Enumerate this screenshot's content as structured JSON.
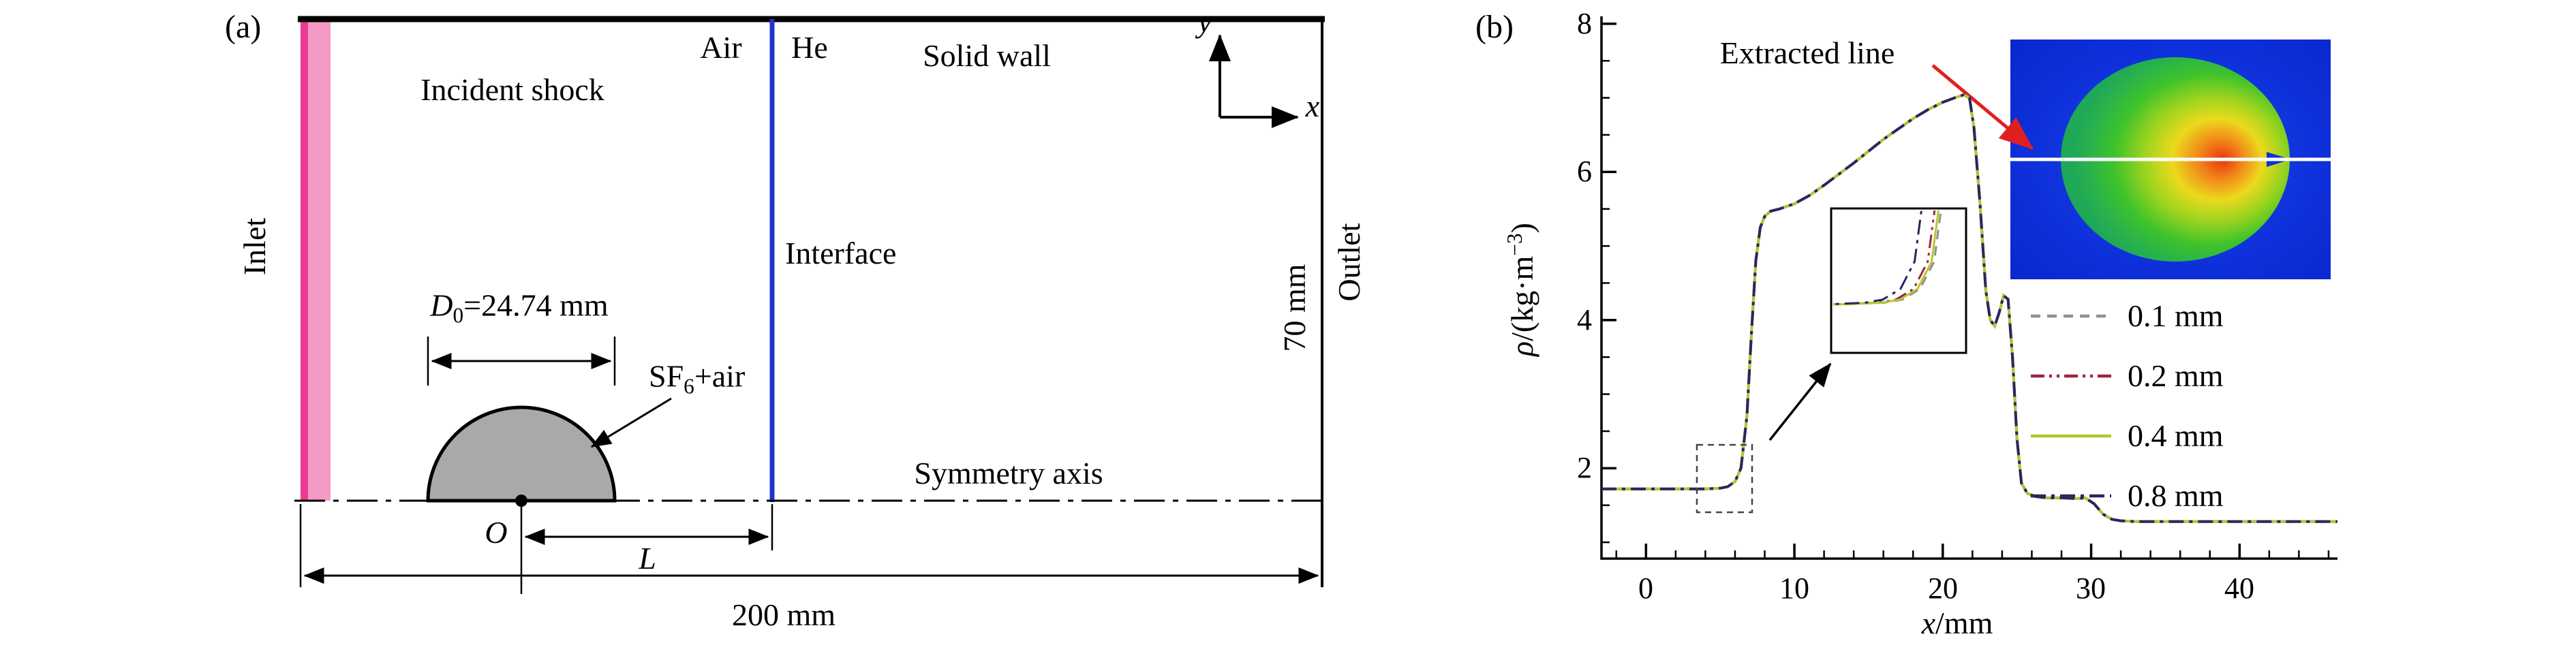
{
  "figure": {
    "panel_a_label": "(a)",
    "panel_b_label": "(b)"
  },
  "panel_a": {
    "labels": {
      "incident_shock": "Incident shock",
      "air": "Air",
      "he": "He",
      "solid_wall": "Solid wall",
      "interface": "Interface",
      "inlet": "Inlet",
      "outlet": "Outlet",
      "height_dim": "70 mm",
      "width_dim": "200 mm",
      "diameter_prefix": "D",
      "diameter_sub": "0",
      "diameter_rest": "=24.74 mm",
      "bubble_prefix": "SF",
      "bubble_sub": "6",
      "bubble_rest": "+air",
      "symmetry_axis": "Symmetry axis",
      "origin": "O",
      "distance": "L",
      "axis_x": "x",
      "axis_y": "y"
    },
    "colors": {
      "shock_fill": "#f59ac4",
      "shock_edge": "#ec3b95",
      "interface_line": "#2333cc",
      "bubble_fill": "#a9a9a9"
    }
  },
  "panel_b": {
    "labels": {
      "extracted_line": "Extracted line",
      "ylabel_var": "ρ",
      "ylabel_mid": "/(kg·m",
      "ylabel_sup": "−3",
      "ylabel_end": ")",
      "xlabel_var": "x",
      "xlabel_rest": "/mm"
    }
  },
  "chart_data": {
    "type": "line",
    "title": "",
    "xlabel": "x/mm",
    "ylabel": "ρ/(kg·m−3)",
    "xlim": [
      -3,
      46.6
    ],
    "ylim": [
      0.78,
      8.1
    ],
    "xticks": [
      0,
      10,
      20,
      30,
      40
    ],
    "yticks": [
      2,
      4,
      6,
      8
    ],
    "grid": false,
    "legend_position": "center-right",
    "x": [
      -3,
      0,
      2,
      4,
      5,
      5.5,
      6,
      6.4,
      6.8,
      7.1,
      7.4,
      7.7,
      8,
      8.4,
      9,
      10,
      11,
      12,
      13,
      14,
      15,
      16,
      17,
      18,
      19,
      20,
      20.8,
      21.4,
      21.8,
      22.1,
      22.5,
      22.9,
      23.2,
      23.5,
      23.8,
      24.1,
      24.4,
      24.7,
      25,
      25.3,
      25.7,
      26.2,
      27,
      28,
      29,
      29.6,
      30.2,
      30.8,
      31.4,
      32,
      33,
      35,
      38,
      42,
      46.6
    ],
    "values": [
      1.72,
      1.72,
      1.72,
      1.72,
      1.73,
      1.75,
      1.82,
      2.0,
      2.7,
      3.8,
      4.8,
      5.25,
      5.4,
      5.47,
      5.5,
      5.57,
      5.68,
      5.82,
      5.97,
      6.12,
      6.28,
      6.44,
      6.58,
      6.72,
      6.84,
      6.94,
      7.0,
      7.04,
      7.0,
      6.6,
      5.6,
      4.4,
      4.0,
      3.92,
      4.1,
      4.33,
      4.28,
      3.5,
      2.4,
      1.8,
      1.66,
      1.62,
      1.6,
      1.6,
      1.59,
      1.6,
      1.52,
      1.38,
      1.31,
      1.29,
      1.28,
      1.28,
      1.28,
      1.28,
      1.28
    ],
    "values_note": "all four grid-resolution curves coincide at plot scale; they differ only at the shock foot shown in the zoom inset",
    "series": [
      {
        "name": "0.1 mm",
        "color": "#909090",
        "dash": "14 10",
        "inset_shift": 0
      },
      {
        "name": "0.2 mm",
        "color": "#9e2440",
        "dash": "20 7 4 7 4 7",
        "inset_shift": -0.18
      },
      {
        "name": "0.4 mm",
        "color": "#b5c62e",
        "dash": "",
        "inset_shift": -0.07
      },
      {
        "name": "0.8 mm",
        "color": "#26295e",
        "dash": "22 8 5 8",
        "inset_shift": -0.55
      }
    ]
  }
}
